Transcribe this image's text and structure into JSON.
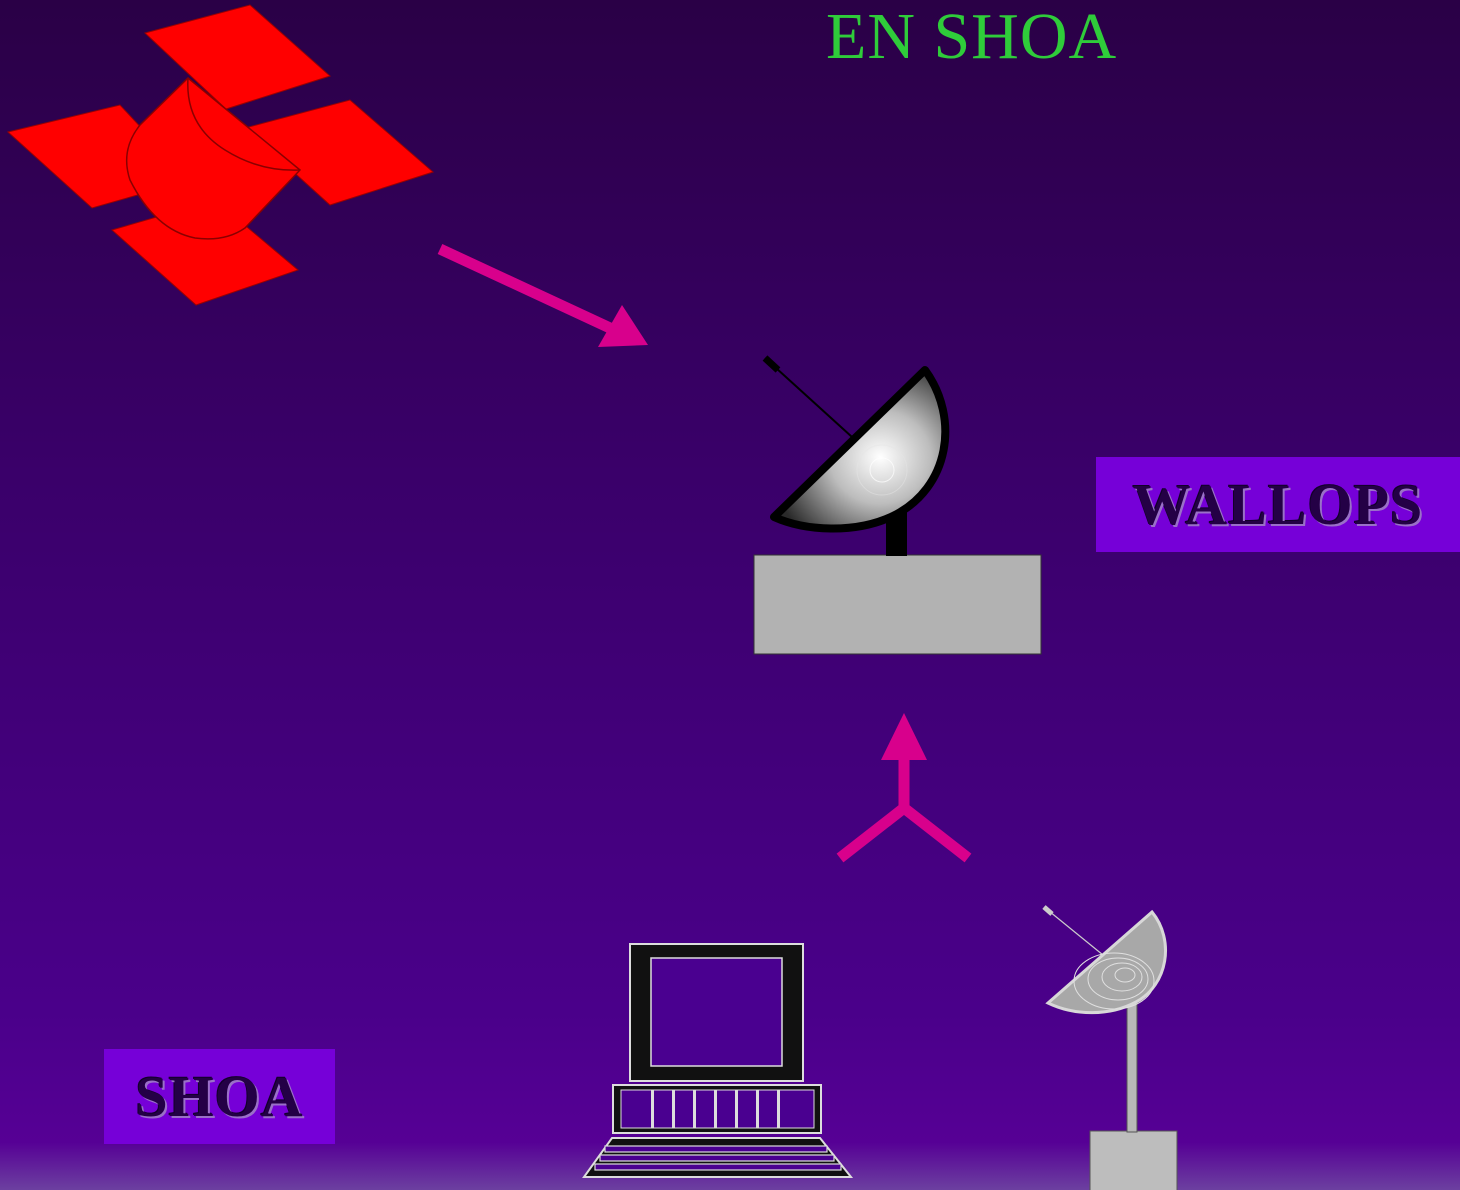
{
  "title": "EN SHOA",
  "labels": {
    "wallops": "WALLOPS",
    "shoa": "SHOA"
  },
  "colors": {
    "title": "#2fcc3a",
    "arrow": "#d8008c",
    "satellite": "#ff0000",
    "label_box": "#7600d8",
    "label_text": "#240046"
  },
  "icons": [
    "satellite-icon",
    "arrow-icon",
    "large-dish-antenna-icon",
    "small-dish-antenna-icon",
    "computer-terminal-icon"
  ]
}
